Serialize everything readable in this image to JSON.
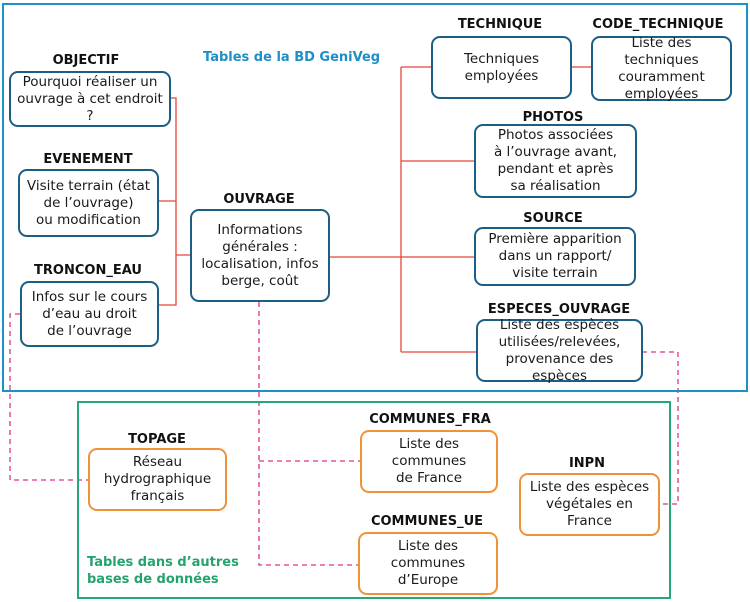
{
  "groups": {
    "bd": {
      "title": "Tables de la BD GeniVeg",
      "color": "#1e90c8"
    },
    "ext": {
      "title": "Tables dans d’autres\nbases de données",
      "color": "#27a879"
    }
  },
  "colors": {
    "solid_link": "#e8443a",
    "dashed_link": "#e0338a",
    "box_border": "#1d5e84",
    "external_box_border": "#f0923a"
  },
  "nodes": {
    "objectif": {
      "title": "OBJECTIF",
      "text": "Pourquoi réaliser un\nouvrage à cet endroit ?"
    },
    "evenement": {
      "title": "EVENEMENT",
      "text": "Visite terrain (état\nde l’ouvrage)\nou modification"
    },
    "troncon_eau": {
      "title": "TRONCON_EAU",
      "text": "Infos sur le cours\nd’eau au droit\nde l’ouvrage"
    },
    "ouvrage": {
      "title": "OUVRAGE",
      "text": "Informations\ngénérales :\nlocalisation, infos\nberge, coût"
    },
    "technique": {
      "title": "TECHNIQUE",
      "text": "Techniques\nemployées"
    },
    "code_technique": {
      "title": "CODE_TECHNIQUE",
      "text": "Liste des techniques\ncouramment\nemployées"
    },
    "photos": {
      "title": "PHOTOS",
      "text": "Photos associées\nà l’ouvrage avant,\npendant et après\nsa réalisation"
    },
    "source": {
      "title": "SOURCE",
      "text": "Première apparition\ndans un rapport/\nvisite terrain"
    },
    "especes_ouvrage": {
      "title": "ESPECES_OUVRAGE",
      "text": "Liste des espèces\nutilisées/relevées,\nprovenance des espèces"
    },
    "topage": {
      "title": "TOPAGE",
      "text": "Réseau\nhydrographique\nfrançais"
    },
    "communes_fra": {
      "title": "COMMUNES_FRA",
      "text": "Liste des communes\nde France"
    },
    "communes_ue": {
      "title": "COMMUNES_UE",
      "text": "Liste des communes\nd’Europe"
    },
    "inpn": {
      "title": "INPN",
      "text": "Liste des espèces\nvégétales en France"
    }
  },
  "links": [
    {
      "from": "objectif",
      "to": "ouvrage",
      "style": "solid"
    },
    {
      "from": "evenement",
      "to": "ouvrage",
      "style": "solid"
    },
    {
      "from": "troncon_eau",
      "to": "ouvrage",
      "style": "solid"
    },
    {
      "from": "ouvrage",
      "to": "technique",
      "style": "solid"
    },
    {
      "from": "technique",
      "to": "code_technique",
      "style": "solid"
    },
    {
      "from": "ouvrage",
      "to": "photos",
      "style": "solid"
    },
    {
      "from": "ouvrage",
      "to": "source",
      "style": "solid"
    },
    {
      "from": "ouvrage",
      "to": "especes_ouvrage",
      "style": "solid"
    },
    {
      "from": "troncon_eau",
      "to": "topage",
      "style": "dashed"
    },
    {
      "from": "ouvrage",
      "to": "communes_fra",
      "style": "dashed"
    },
    {
      "from": "ouvrage",
      "to": "communes_ue",
      "style": "dashed"
    },
    {
      "from": "especes_ouvrage",
      "to": "inpn",
      "style": "dashed"
    }
  ]
}
